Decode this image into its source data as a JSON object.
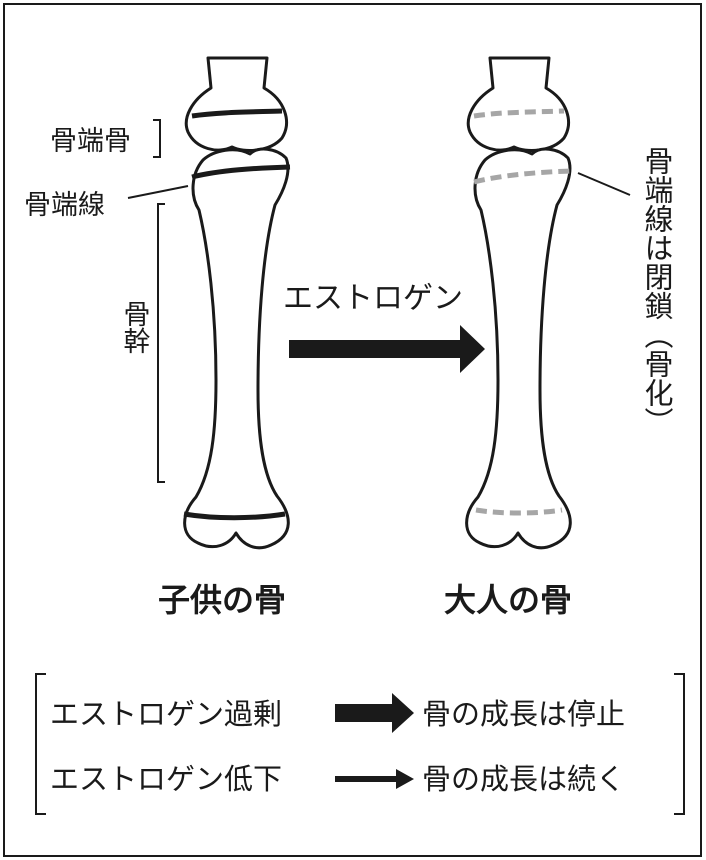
{
  "labels": {
    "epiphysis": "骨端骨",
    "growth_plate": "骨端線",
    "diaphysis": "骨幹",
    "estrogen_arrow": "エストロゲン",
    "plate_closed": "骨端線は閉鎖（骨化）",
    "child_bone": "子供の骨",
    "adult_bone": "大人の骨"
  },
  "legend": {
    "row1": {
      "cause": "エストロゲン過剰",
      "effect": "骨の成長は停止"
    },
    "row2": {
      "cause": "エストロゲン低下",
      "effect": "骨の成長は続く"
    }
  },
  "colors": {
    "ink": "#1a1a1a",
    "closed_line": "#a6a6a6",
    "background": "#ffffff"
  }
}
